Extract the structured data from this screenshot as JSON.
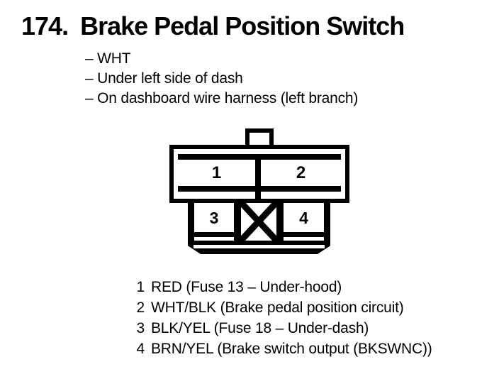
{
  "colors": {
    "background": "#ffffff",
    "ink": "#000000"
  },
  "title": {
    "number": "174.",
    "text": "Brake Pedal Position Switch"
  },
  "notes": [
    "– WHT",
    "– Under left side of dash",
    "– On dashboard wire harness (left branch)"
  ],
  "connector": {
    "pin_labels": [
      "1",
      "2",
      "3",
      "4"
    ],
    "icons": {
      "blocked_cavity": "x-mark-icon"
    }
  },
  "legend": [
    {
      "pin": "1",
      "desc": "RED (Fuse 13 – Under-hood)"
    },
    {
      "pin": "2",
      "desc": "WHT/BLK (Brake pedal position circuit)"
    },
    {
      "pin": "3",
      "desc": "BLK/YEL (Fuse 18 – Under-dash)"
    },
    {
      "pin": "4",
      "desc": "BRN/YEL (Brake switch output (BKSWNC))"
    }
  ]
}
